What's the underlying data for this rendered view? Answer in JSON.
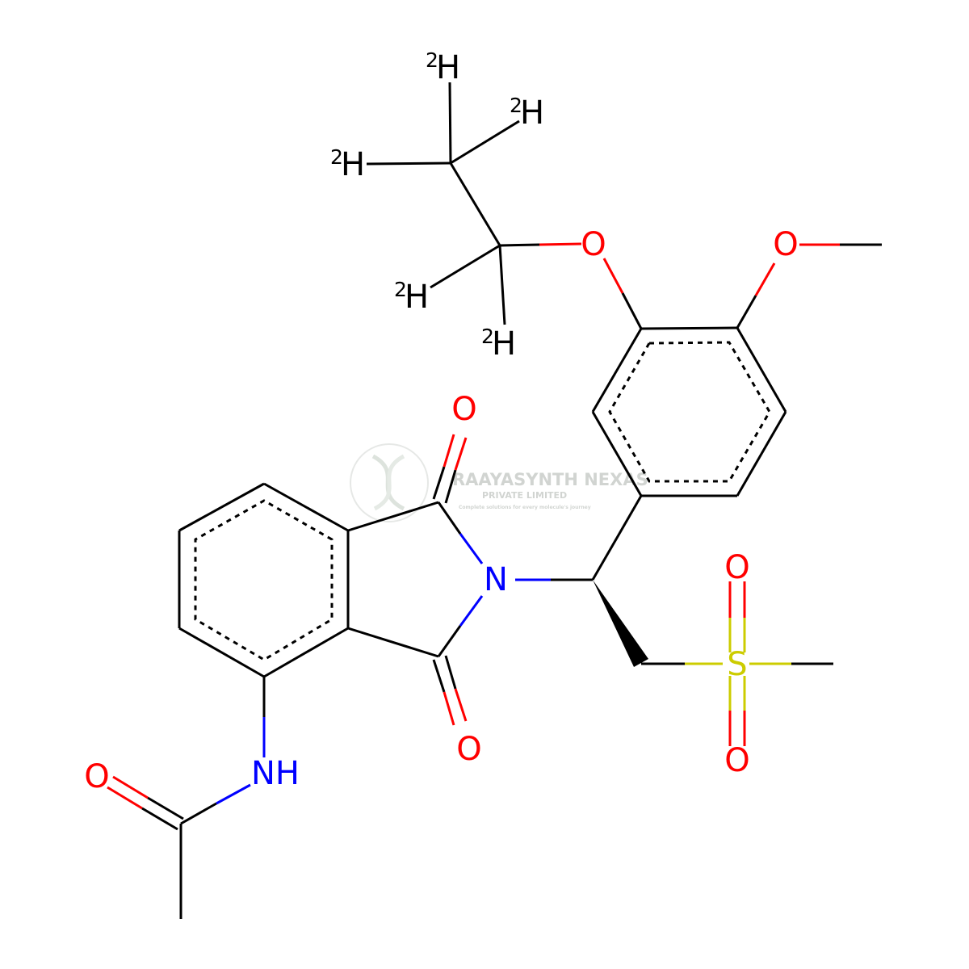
{
  "molecule": {
    "atoms": {
      "o_ethoxy": {
        "symbol": "O",
        "color": "#ff0000"
      },
      "o_methoxy": {
        "symbol": "O",
        "color": "#ff0000"
      },
      "o_imide_top": {
        "symbol": "O",
        "color": "#ff0000"
      },
      "o_imide_bottom": {
        "symbol": "O",
        "color": "#ff0000"
      },
      "n_imide": {
        "symbol": "N",
        "color": "#0000ff"
      },
      "s_sulfone": {
        "symbol": "S",
        "color": "#cccc00"
      },
      "o_sulfone_top": {
        "symbol": "O",
        "color": "#ff0000"
      },
      "o_sulfone_bottom": {
        "symbol": "O",
        "color": "#ff0000"
      },
      "nh_amide": {
        "symbol": "NH",
        "color": "#0000ff"
      },
      "o_amide": {
        "symbol": "O",
        "color": "#ff0000"
      },
      "d1": {
        "isotope": "2",
        "symbol": "H",
        "color": "#000000"
      },
      "d2": {
        "isotope": "2",
        "symbol": "H",
        "color": "#000000"
      },
      "d3": {
        "isotope": "2",
        "symbol": "H",
        "color": "#000000"
      },
      "d4": {
        "isotope": "2",
        "symbol": "H",
        "color": "#000000"
      },
      "d5": {
        "isotope": "2",
        "symbol": "H",
        "color": "#000000"
      }
    },
    "bond_color": "#000000"
  },
  "watermark": {
    "name": "RAAYASYNTH NEXAS",
    "subtitle": "PRIVATE LIMITED",
    "tagline": "Complete solutions for every molecule's journey",
    "color": "#9aa29a"
  }
}
